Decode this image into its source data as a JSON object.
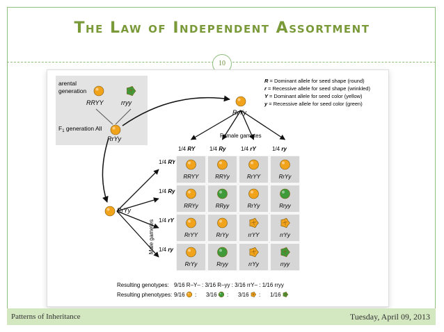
{
  "slide": {
    "title": "The Law of Independent Assortment",
    "number": "10",
    "footer_left": "Patterns of Inheritance",
    "footer_right": "Tuesday, April 09, 2013"
  },
  "legend": [
    {
      "sym": "R",
      "text": "= Dominant allele for seed shape (round)"
    },
    {
      "sym": "r",
      "text": "= Recessive allele for seed shape (wrinkled)"
    },
    {
      "sym": "Y",
      "text": "= Dominant allele for seed color (yellow)"
    },
    {
      "sym": "y",
      "text": "= Recessive allele for seed color (green)"
    }
  ],
  "figure": {
    "parental_label": "arental\ngeneration",
    "parent1": "RRYY",
    "parent2": "rryy",
    "f1_label": "F1 generation All",
    "f1_genotype": "RrYy",
    "top_parent": "RrYy",
    "left_parent": "RrYy",
    "female_label": "Female gametes",
    "male_label": "Male gametes",
    "columns": [
      "RY",
      "Ry",
      "rY",
      "ry"
    ],
    "rows": [
      "RY",
      "Ry",
      "rY",
      "ry"
    ],
    "fraction": "1/4",
    "grid": [
      [
        {
          "g": "RRYY",
          "c": "yellow",
          "s": "round"
        },
        {
          "g": "RRYy",
          "c": "yellow",
          "s": "round"
        },
        {
          "g": "RrYY",
          "c": "yellow",
          "s": "round"
        },
        {
          "g": "RrYy",
          "c": "yellow",
          "s": "round"
        }
      ],
      [
        {
          "g": "RRYy",
          "c": "yellow",
          "s": "round"
        },
        {
          "g": "RRyy",
          "c": "green",
          "s": "round"
        },
        {
          "g": "RrYy",
          "c": "yellow",
          "s": "round"
        },
        {
          "g": "Rryy",
          "c": "green",
          "s": "round"
        }
      ],
      [
        {
          "g": "RrYY",
          "c": "yellow",
          "s": "round"
        },
        {
          "g": "RrYy",
          "c": "yellow",
          "s": "round"
        },
        {
          "g": "rrYY",
          "c": "yellow",
          "s": "wrinkled"
        },
        {
          "g": "rrYy",
          "c": "yellow",
          "s": "wrinkled"
        }
      ],
      [
        {
          "g": "RrYy",
          "c": "yellow",
          "s": "round"
        },
        {
          "g": "Rryy",
          "c": "green",
          "s": "round"
        },
        {
          "g": "rrYy",
          "c": "yellow",
          "s": "wrinkled"
        },
        {
          "g": "rryy",
          "c": "green",
          "s": "wrinkled"
        }
      ]
    ],
    "genotypes_label": "Resulting genotypes:",
    "genotypes_text": "9/16 R–Y– : 3/16 R–yy : 3/16 rrY– : 1/16 rryy",
    "phenotypes_label": "Resulting phenotypes:",
    "phenotypes": [
      {
        "frac": "9/16",
        "c": "yellow",
        "s": "round"
      },
      {
        "frac": "3/16",
        "c": "green",
        "s": "round"
      },
      {
        "frac": "3/16",
        "c": "yellow",
        "s": "wrinkled"
      },
      {
        "frac": "1/16",
        "c": "green",
        "s": "wrinkled"
      }
    ]
  },
  "colors": {
    "yellow": "#f2a31c",
    "green": "#3f9a3a",
    "accent": "#7a9a3a",
    "footer": "#d3e7c0"
  }
}
